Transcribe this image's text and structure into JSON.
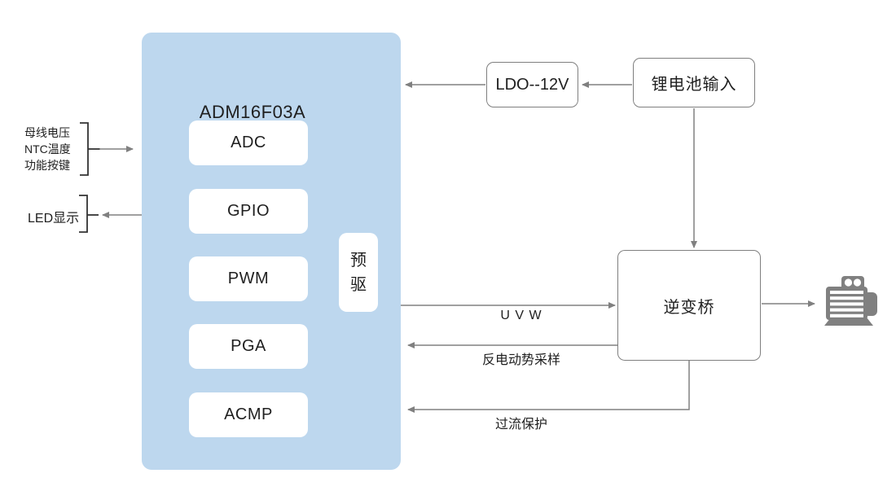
{
  "chip": {
    "title": "ADM16F03A",
    "modules": [
      "ADC",
      "GPIO",
      "PWM",
      "PGA",
      "ACMP"
    ],
    "predriver": "预驱"
  },
  "left": {
    "sensor_lines": [
      "母线电压",
      "NTC温度",
      "功能按键"
    ],
    "led": "LED显示"
  },
  "power": {
    "ldo": "LDO--12V",
    "battery": "锂电池输入"
  },
  "inverter": {
    "label": "逆变桥"
  },
  "links": {
    "uvw": "U V W",
    "back_emf": "反电动势采样",
    "overcurrent": "过流保护"
  },
  "colors": {
    "chip_bg": "#BDD7EE",
    "module_bg": "#FFFFFF",
    "box_border": "#7F7F7F",
    "wire": "#808080",
    "bracket": "#333333",
    "motor_gray": "#808080",
    "text": "#1F1F1F"
  }
}
